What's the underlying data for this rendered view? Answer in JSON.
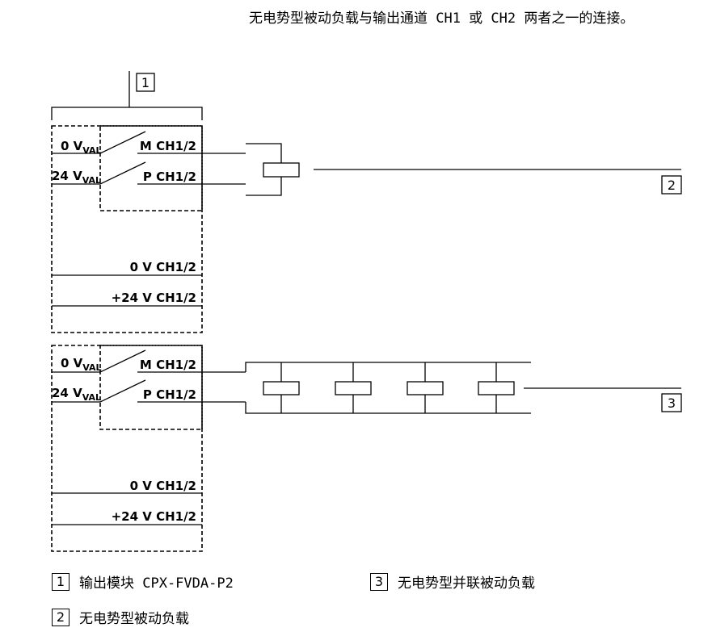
{
  "intro_text": "无电势型被动负载与输出通道 CH1 或 CH2 两者之一的连接。",
  "diagram": {
    "marker_1": "1",
    "marker_2": "2",
    "marker_3": "3",
    "block_top": {
      "left_label_1": "0 V",
      "left_label_1_sub": "VAL",
      "left_label_2": "24 V",
      "left_label_2_sub": "VAL",
      "switch_label_m": "M CH1/2",
      "switch_label_p": "P CH1/2",
      "rail_label_0v": "0 V CH1/2",
      "rail_label_24v": "+24 V CH1/2"
    },
    "block_bottom": {
      "left_label_1": "0 V",
      "left_label_1_sub": "VAL",
      "left_label_2": "24 V",
      "left_label_2_sub": "VAL",
      "switch_label_m": "M CH1/2",
      "switch_label_p": "P CH1/2",
      "rail_label_0v": "0 V CH1/2",
      "rail_label_24v": "+24 V CH1/2"
    }
  },
  "legend": [
    {
      "num": "1",
      "text": "输出模块 CPX-FVDA-P2"
    },
    {
      "num": "3",
      "text": "无电势型并联被动负载"
    },
    {
      "num": "2",
      "text": "无电势型被动负载"
    }
  ]
}
